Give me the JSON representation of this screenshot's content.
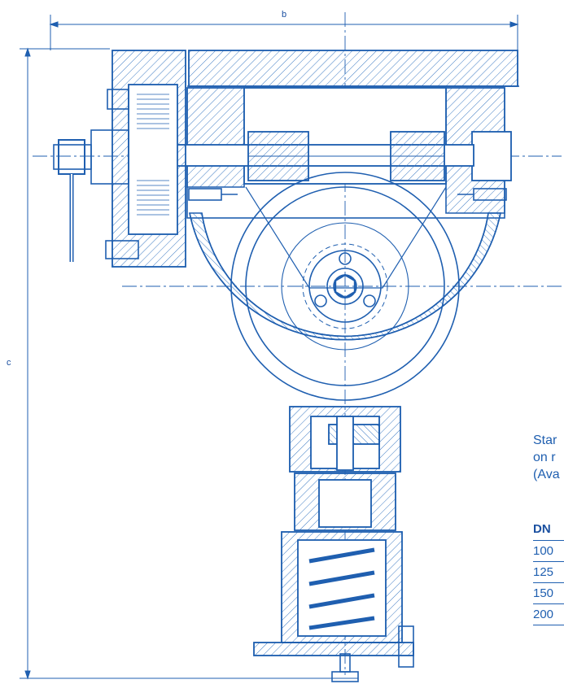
{
  "dimensions": {
    "width_label": "b",
    "height_label": "c"
  },
  "side_text": {
    "line1": "Star",
    "line2": "on r",
    "line3": "(Ava"
  },
  "table": {
    "header": "DN",
    "rows": [
      "100",
      "125",
      "150",
      "200"
    ]
  },
  "colors": {
    "ink": "#1f5fb0",
    "hatch": "#3f7cc4"
  }
}
